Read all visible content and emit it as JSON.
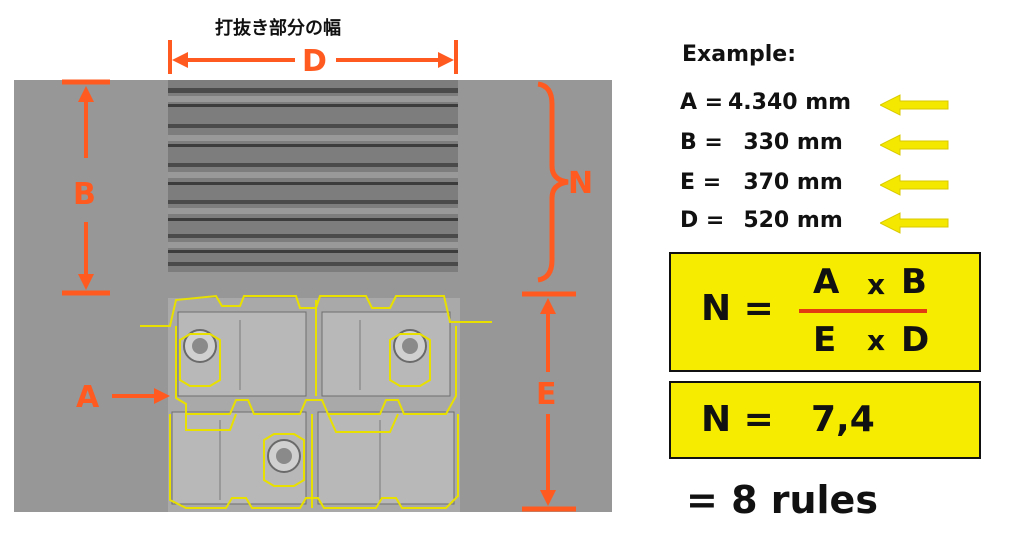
{
  "top_caption": "打抜き部分の幅",
  "dimension_labels": {
    "d": "D",
    "b": "B",
    "n": "N",
    "a": "A",
    "e": "E"
  },
  "example": {
    "title": "Example:",
    "rows": [
      {
        "key": "A =",
        "value": "4.340 mm"
      },
      {
        "key": "B =",
        "value": "  330 mm"
      },
      {
        "key": "E =",
        "value": "  370 mm"
      },
      {
        "key": "D =",
        "value": "  520 mm"
      }
    ]
  },
  "formula": {
    "lhs": "N =",
    "numerator": {
      "first": "A",
      "op": "x",
      "second": "B"
    },
    "denominator": {
      "first": "E",
      "op": "x",
      "second": "D"
    }
  },
  "result": {
    "lhs": "N =",
    "value": "7,4"
  },
  "conclusion": "= 8 rules",
  "colors": {
    "accent_orange": "#ff5a1f",
    "highlight_yellow": "#f5ec00",
    "outline_yellow": "#e8e000",
    "fraction_bar": "#e23b12",
    "photo_gray": "#9a9a9a"
  }
}
